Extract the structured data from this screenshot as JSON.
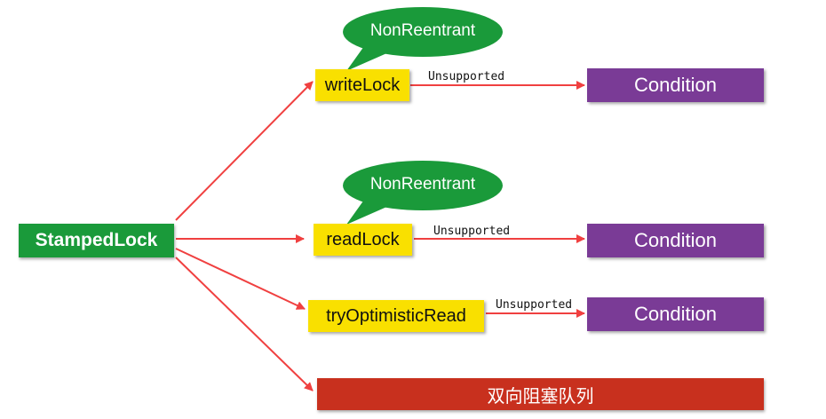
{
  "nodes": {
    "stamped_lock": "StampedLock",
    "write_lock": "writeLock",
    "read_lock": "readLock",
    "try_optimistic_read": "tryOptimisticRead",
    "queue": "双向阻塞队列"
  },
  "conditions": {
    "write": "Condition",
    "read": "Condition",
    "optimistic": "Condition"
  },
  "edge_labels": {
    "write": "Unsupported",
    "read": "Unsupported",
    "optimistic": "Unsupported"
  },
  "bubbles": {
    "write": "NonReentrant",
    "read": "NonReentrant"
  },
  "colors": {
    "root": "#1a9a3a",
    "lock": "#f9e000",
    "condition": "#7a3b96",
    "queue": "#c8301e",
    "bubble": "#1a9a3a",
    "arrow": "#f04040"
  }
}
